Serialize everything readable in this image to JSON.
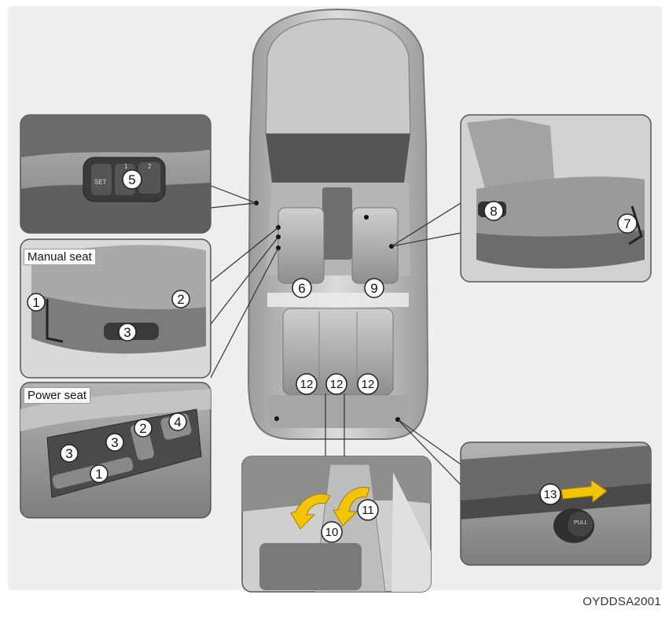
{
  "panels": {
    "manual_seat_label": "Manual seat",
    "power_seat_label": "Power seat"
  },
  "callouts": {
    "c1": "1",
    "c2": "2",
    "c3": "3",
    "c4": "4",
    "c5": "5",
    "c6": "6",
    "c7": "7",
    "c8": "8",
    "c9": "9",
    "c10": "10",
    "c11": "11",
    "c12": "12",
    "c13": "13"
  },
  "switch_text": {
    "set": "SET",
    "mem1": "1",
    "mem2": "2",
    "pull": "PULL"
  },
  "figure_code": "OYDDSA2001",
  "colors": {
    "background": "#eeeeee",
    "panel_bg": "#9a9a9a",
    "callout_fill": "#ffffff",
    "arrow": "#f3c400"
  }
}
